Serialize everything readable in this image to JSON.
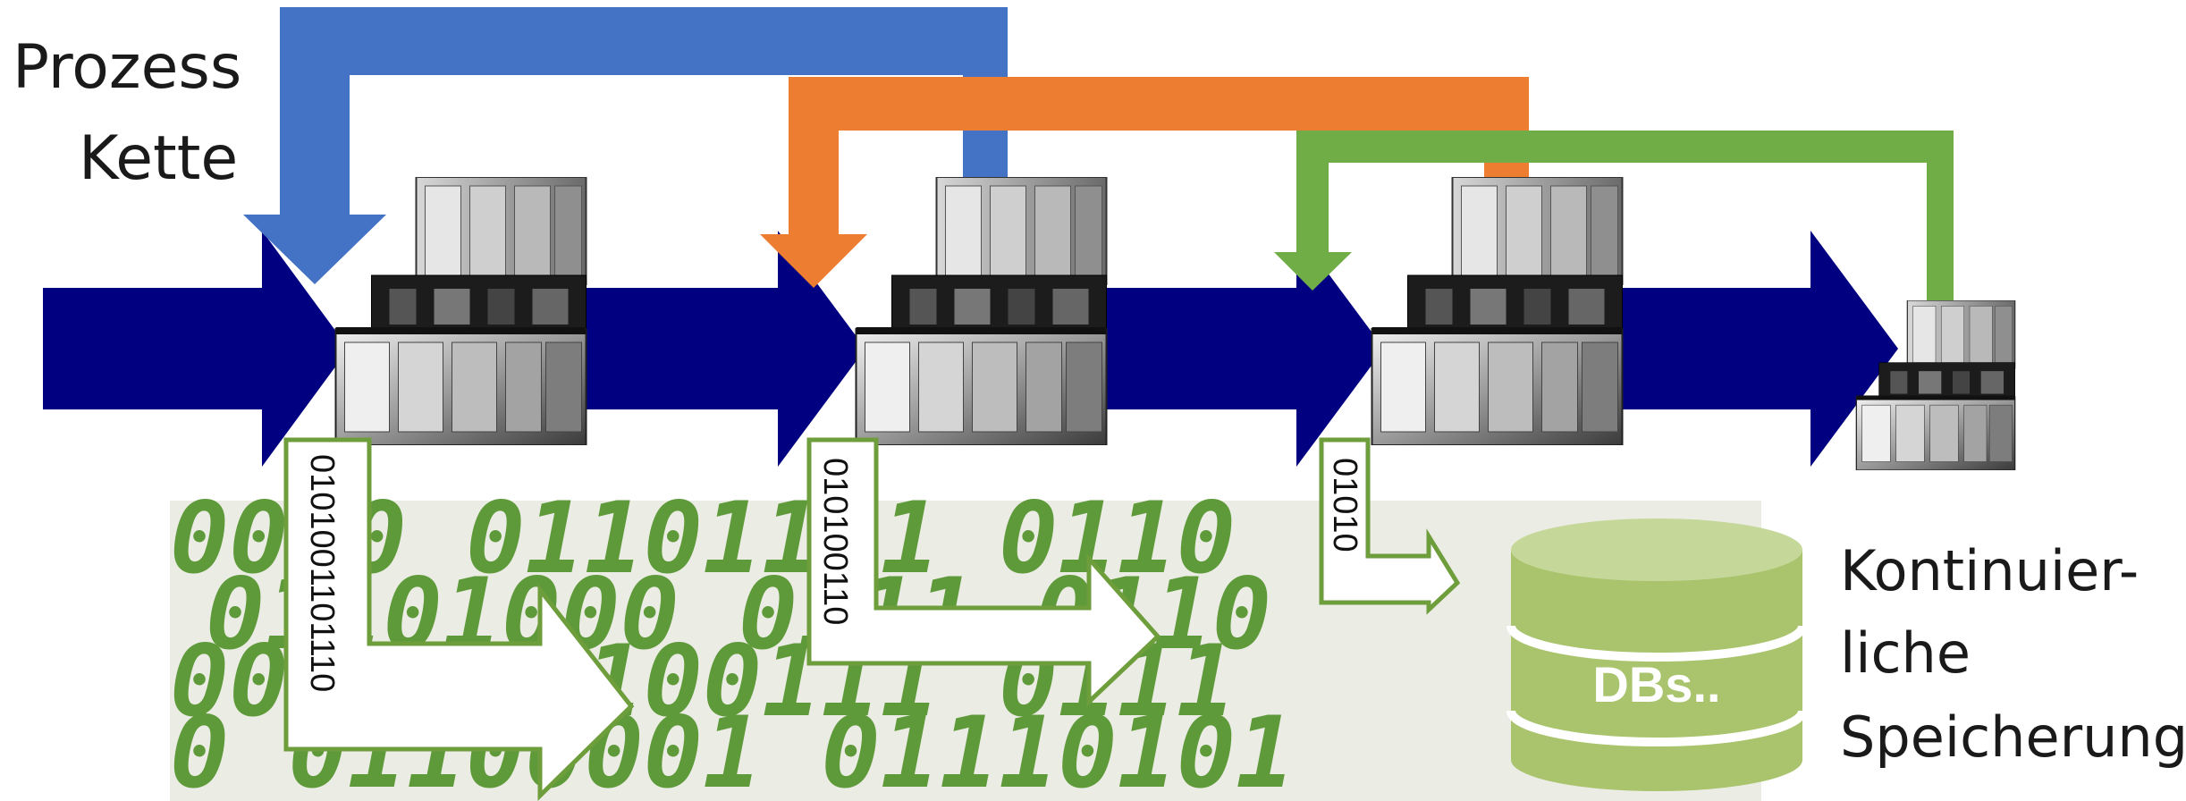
{
  "title_line1": "Prozess",
  "title_line2": "Kette",
  "storage_line1": "Kontinuier-",
  "storage_line2": "liche",
  "storage_line3": "Speicherung",
  "db_label": "DBs..",
  "binary_background": {
    "row1": "0000 01101111 0110",
    "row2": "01101000 0111 0110",
    "row3": "0000 01100111 0111",
    "row4": "0 01100001 01110101"
  },
  "data_streams": [
    {
      "bits": "0101001101110"
    },
    {
      "bits": "010100110"
    },
    {
      "bits": "01010"
    }
  ],
  "colors": {
    "process_arrow": "#000080",
    "feedback_blue": "#4472c4",
    "feedback_orange": "#ed7d31",
    "feedback_green": "#70ad47",
    "stream_border": "#6e9e3c",
    "db_fill": "#a9c46c",
    "db_top": "#c5d89a",
    "binary_green": "#5f9a3a"
  },
  "icons": [
    "machine-icon",
    "database-icon"
  ]
}
